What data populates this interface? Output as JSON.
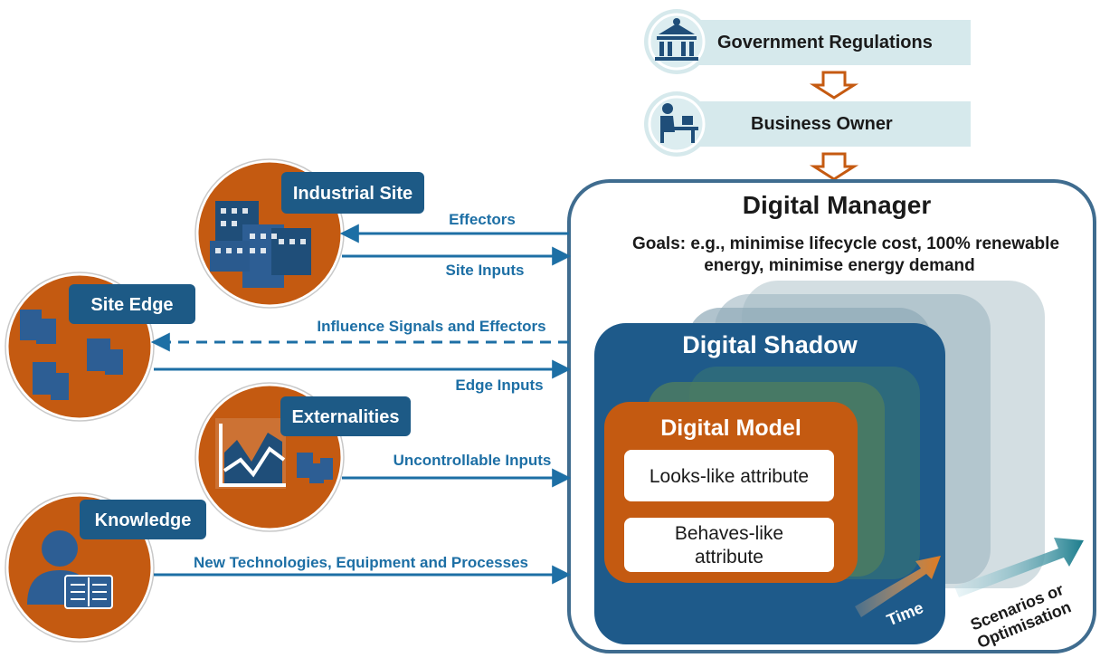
{
  "top": {
    "government": "Government Regulations",
    "business": "Business Owner"
  },
  "manager": {
    "title": "Digital Manager",
    "goals_line1": "Goals: e.g., minimise lifecycle cost, 100% renewable",
    "goals_line2": "energy, minimise energy demand"
  },
  "shadow": {
    "title": "Digital Shadow"
  },
  "model": {
    "title": "Digital Model",
    "looks_like": "Looks-like attribute",
    "behaves_line1": "Behaves-like",
    "behaves_line2": "attribute"
  },
  "time_label": "Time",
  "scenarios_line1": "Scenarios or",
  "scenarios_line2": "Optimisation",
  "sources": [
    {
      "label": "Industrial Site"
    },
    {
      "label": "Site Edge"
    },
    {
      "label": "Externalities"
    },
    {
      "label": "Knowledge"
    }
  ],
  "arrows": {
    "effectors": "Effectors",
    "site_inputs": "Site Inputs",
    "influence": "Influence Signals and Effectors",
    "edge_inputs": "Edge Inputs",
    "uncontrollable": "Uncontrollable Inputs",
    "new_tech": "New Technologies, Equipment and Processes"
  },
  "colors": {
    "orange": "#C45A11",
    "navy": "#1F4E79",
    "blue": "#1D6FA5",
    "light_teal": "#D6E9EC",
    "arrow_outline": "#C55A11"
  }
}
